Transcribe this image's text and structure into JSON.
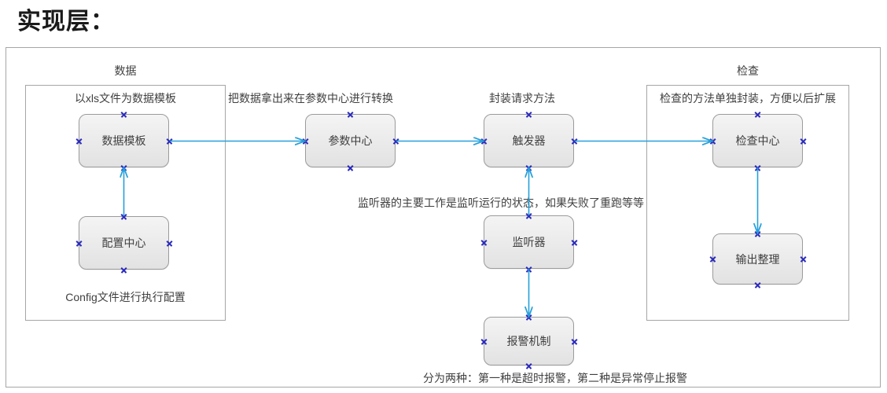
{
  "title": "实现层：",
  "colors": {
    "frame_border": "#a6a6a6",
    "node_border": "#9b9b9b",
    "node_fill_top": "#f4f4f4",
    "node_fill_bottom": "#e2e2e2",
    "connector": "#25a0da",
    "handle": "#2b2bbd",
    "text": "#3f3f3f",
    "title_text": "#1a1a1a"
  },
  "groups": [
    {
      "id": "data-group",
      "label": "数据",
      "header_caption": "以xls文件为数据模板",
      "footer_caption": "Config文件进行执行配置"
    },
    {
      "id": "check-group",
      "label": "检查",
      "header_caption": "检查的方法单独封装，方便以后扩展"
    }
  ],
  "nodes": [
    {
      "id": "data-template",
      "label": "数据模板"
    },
    {
      "id": "config-center",
      "label": "配置中心"
    },
    {
      "id": "param-center",
      "label": "参数中心"
    },
    {
      "id": "trigger",
      "label": "触发器"
    },
    {
      "id": "listener",
      "label": "监听器"
    },
    {
      "id": "alarm-mechanism",
      "label": "报警机制"
    },
    {
      "id": "check-center",
      "label": "检查中心"
    },
    {
      "id": "output-organize",
      "label": "输出整理"
    }
  ],
  "captions": [
    {
      "id": "param-center-caption",
      "text": "把数据拿出来在参数中心进行转换"
    },
    {
      "id": "trigger-caption",
      "text": "封装请求方法"
    },
    {
      "id": "listener-caption",
      "text": "监听器的主要工作是监听运行的状态，如果失败了重跑等等"
    },
    {
      "id": "alarm-caption",
      "text": "分为两种：第一种是超时报警，第二种是异常停止报警"
    }
  ],
  "connections": [
    {
      "from": "config-center",
      "to": "data-template",
      "direction": "up"
    },
    {
      "from": "data-template",
      "to": "param-center",
      "direction": "right"
    },
    {
      "from": "param-center",
      "to": "trigger",
      "direction": "right"
    },
    {
      "from": "trigger",
      "to": "check-center",
      "direction": "right"
    },
    {
      "from": "listener",
      "to": "trigger",
      "direction": "up"
    },
    {
      "from": "listener",
      "to": "alarm-mechanism",
      "direction": "down"
    },
    {
      "from": "check-center",
      "to": "output-organize",
      "direction": "down"
    }
  ]
}
